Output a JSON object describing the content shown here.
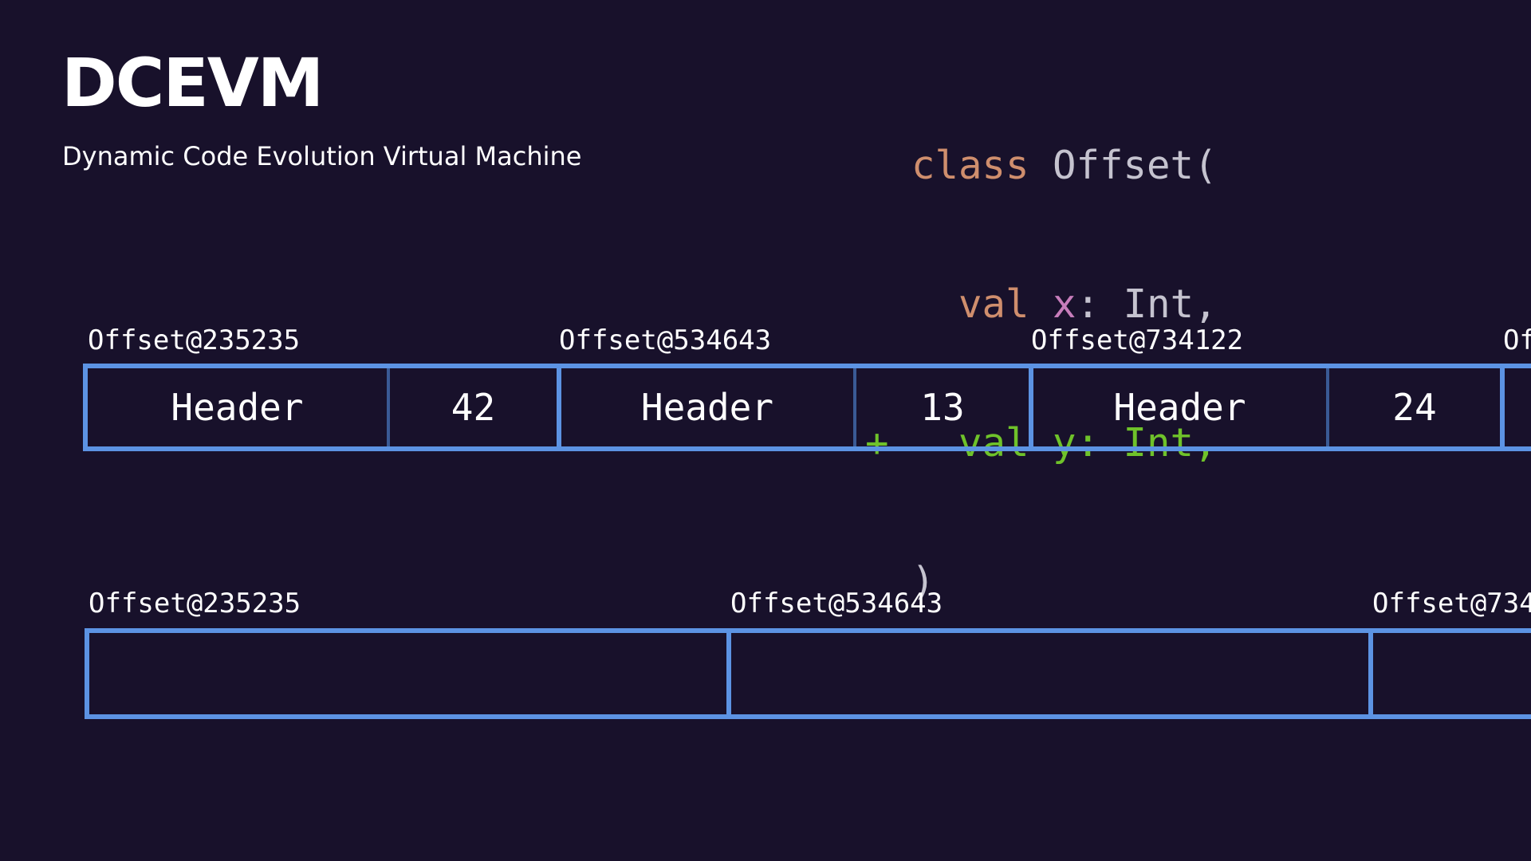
{
  "title": "DCEVM",
  "subtitle": "Dynamic Code Evolution Virtual Machine",
  "code": {
    "line1_kw": "class",
    "line1_rest": " Offset(",
    "line2_kw": "val",
    "line2_param": "x",
    "line2_rest": ": Int,",
    "line3_marker": "+",
    "line3_text": "val y: Int,",
    "line4": ")"
  },
  "memory_row_1": {
    "objects": [
      {
        "label": "Offset@235235",
        "header": "Header",
        "value": "42"
      },
      {
        "label": "Offset@534643",
        "header": "Header",
        "value": "13"
      },
      {
        "label": "Offset@734122",
        "header": "Header",
        "value": "24"
      },
      {
        "label": "Of"
      }
    ]
  },
  "memory_row_2": {
    "objects": [
      {
        "label": "Offset@235235"
      },
      {
        "label": "Offset@534643"
      },
      {
        "label": "Offset@734"
      }
    ]
  },
  "colors": {
    "background": "#18112b",
    "border": "#5c93e3",
    "keyword": "#cf8e6d",
    "parameter": "#c77dbb",
    "added": "#6fc22a"
  }
}
